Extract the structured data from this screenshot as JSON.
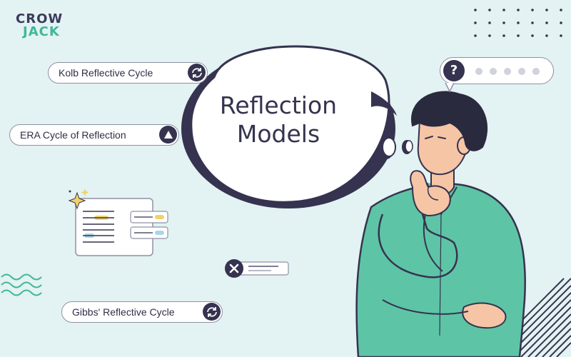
{
  "logo": {
    "line1": "CROW",
    "line2": "JACK"
  },
  "thought": {
    "line1": "Reflection",
    "line2": "Models"
  },
  "pills": {
    "kolb": {
      "label": "Kolb Reflective Cycle",
      "icon": "cycle-icon"
    },
    "era": {
      "label": "ERA Cycle of Reflection",
      "icon": "triangle-icon"
    },
    "gibbs": {
      "label": "Gibbs' Reflective Cycle",
      "icon": "cycle-icon"
    }
  },
  "question_bubble": {
    "mark": "?",
    "dots": 5
  },
  "colors": {
    "background": "#e3f2f2",
    "navy": "#35334f",
    "teal": "#3fb89a",
    "shirt": "#5ec4a6",
    "skin": "#f6c5a6",
    "hair": "#2a2a3e"
  }
}
